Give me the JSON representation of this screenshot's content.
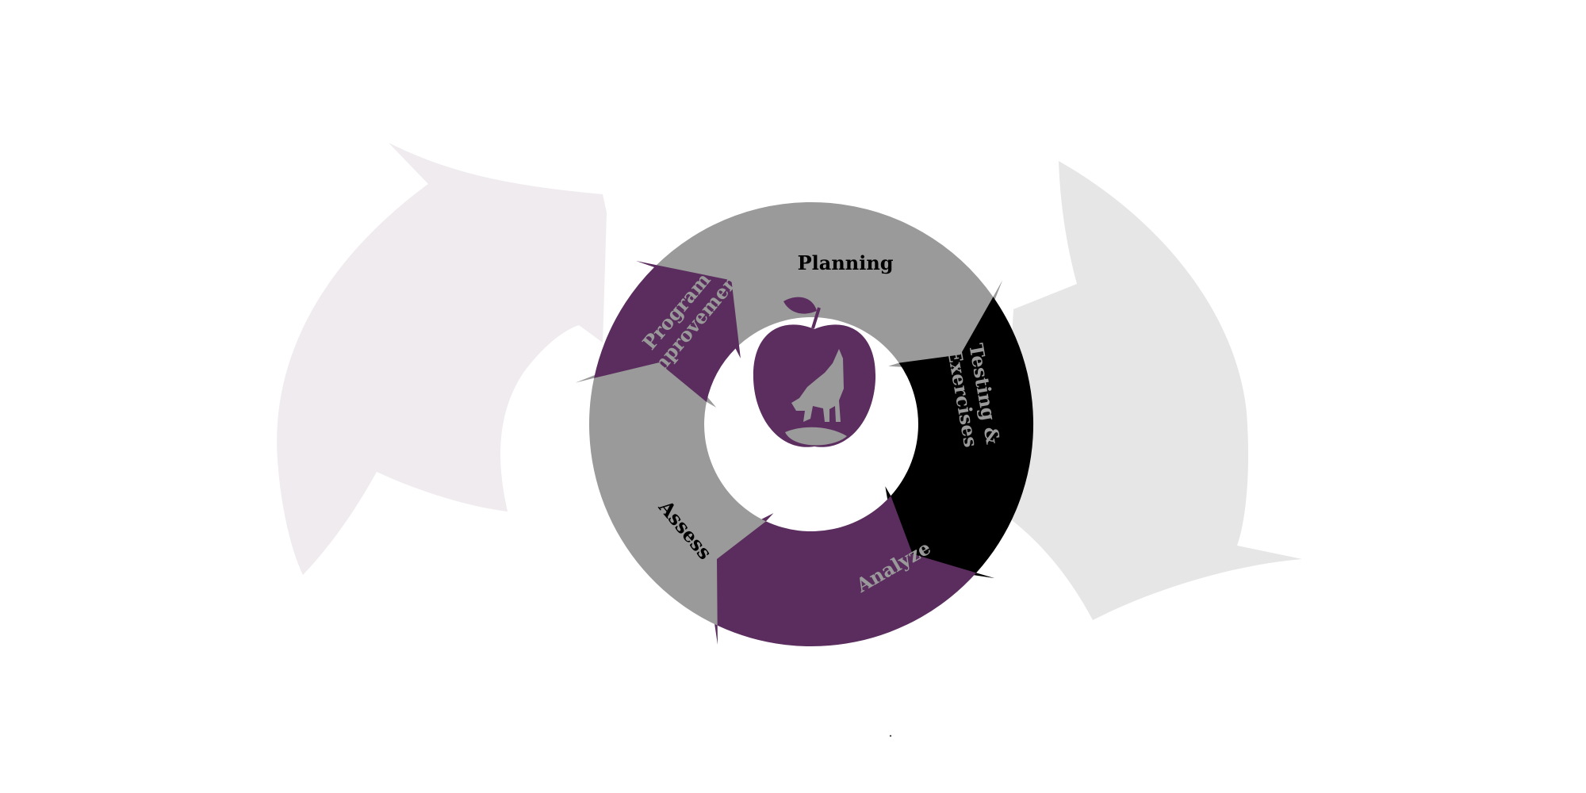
{
  "diagram": {
    "segments": [
      {
        "id": "planning",
        "label": "Planning",
        "color": "#9a9a9a",
        "text_color": "#000000"
      },
      {
        "id": "testing",
        "label_lines": [
          "Testing &",
          "Exercises"
        ],
        "color": "#000000",
        "text_color": "#9a9a9a"
      },
      {
        "id": "analyze",
        "label": "Analyze",
        "color": "#5a2d5e",
        "text_color": "#9a9a9a"
      },
      {
        "id": "assess",
        "label": "Assess",
        "color": "#9a9a9a",
        "text_color": "#000000"
      },
      {
        "id": "program",
        "label_lines": [
          "Program",
          "Improvement"
        ],
        "color": "#5a2d5e",
        "text_color": "#9a9a9a"
      }
    ],
    "center_logo": {
      "icon": "apple-wolf-icon",
      "apple_color": "#5c2e60",
      "wolf_color": "#9a9a9a"
    },
    "background_arrows": {
      "left_color": "#efebee",
      "right_color": "#e6e6e6"
    }
  }
}
